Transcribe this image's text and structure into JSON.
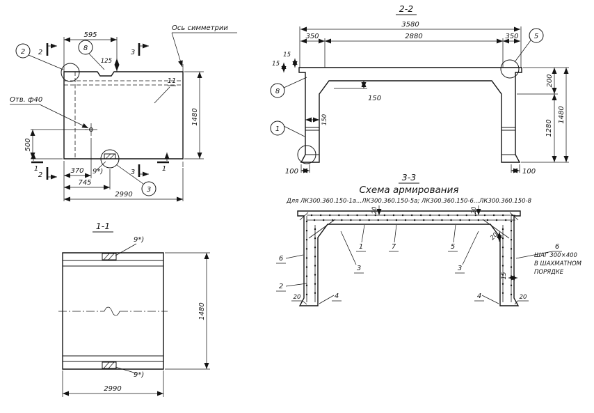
{
  "plan": {
    "balloon_2": "2",
    "cut_2_top": "2",
    "cut_2_bottom": "2",
    "cut_3_top": "3",
    "cut_3_bottom": "3",
    "cut_1_left": "1",
    "cut_1_right": "1",
    "balloon_8": "8",
    "balloon_3": "3",
    "pos_11": "11",
    "weld_mark": "9*)",
    "axis_label": "Ось симметрии",
    "hole_label": "Отв. ф40",
    "dims": {
      "w595": "595",
      "h125": "125",
      "h1480": "1480",
      "h500": "500",
      "w370": "370",
      "w745": "745",
      "w2990": "2990"
    }
  },
  "section22": {
    "title": "2-2",
    "balloon_8": "8",
    "balloon_1": "1",
    "balloon_5": "5",
    "dims": {
      "w3580": "3580",
      "w350l": "350",
      "w2880": "2880",
      "w350r": "350",
      "t15a": "15",
      "t15b": "15",
      "h150": "150",
      "w150": "150",
      "h200": "200",
      "h1280": "1280",
      "h1480": "1480",
      "w100l": "100",
      "w100r": "100"
    }
  },
  "section11": {
    "title": "1-1",
    "weld_top": "9*)",
    "weld_bottom": "9*)",
    "dims": {
      "h1480": "1480",
      "w2990": "2990"
    }
  },
  "section33": {
    "title": "3-3",
    "subtitle": "Схема армирования",
    "applicability": "Для ЛК300.360.150-1а...ЛК300.360.150-5а; ЛК300.360.150-6...ЛК300.360.150-8",
    "pos": {
      "p1": "1",
      "p7": "7",
      "p5": "5",
      "p3l": "3",
      "p3r": "3",
      "p6l": "6",
      "p2": "2",
      "p4l": "4",
      "p4r": "4",
      "p6r": "6"
    },
    "dims": {
      "c20a": "20",
      "c20b": "20",
      "c20c": "20",
      "c15": "15",
      "c20d": "20",
      "c20e": "20"
    },
    "note_line1": "ШАГ 300×400",
    "note_line2": "В ШАХМАТНОМ",
    "note_line3": "ПОРЯДКЕ"
  }
}
